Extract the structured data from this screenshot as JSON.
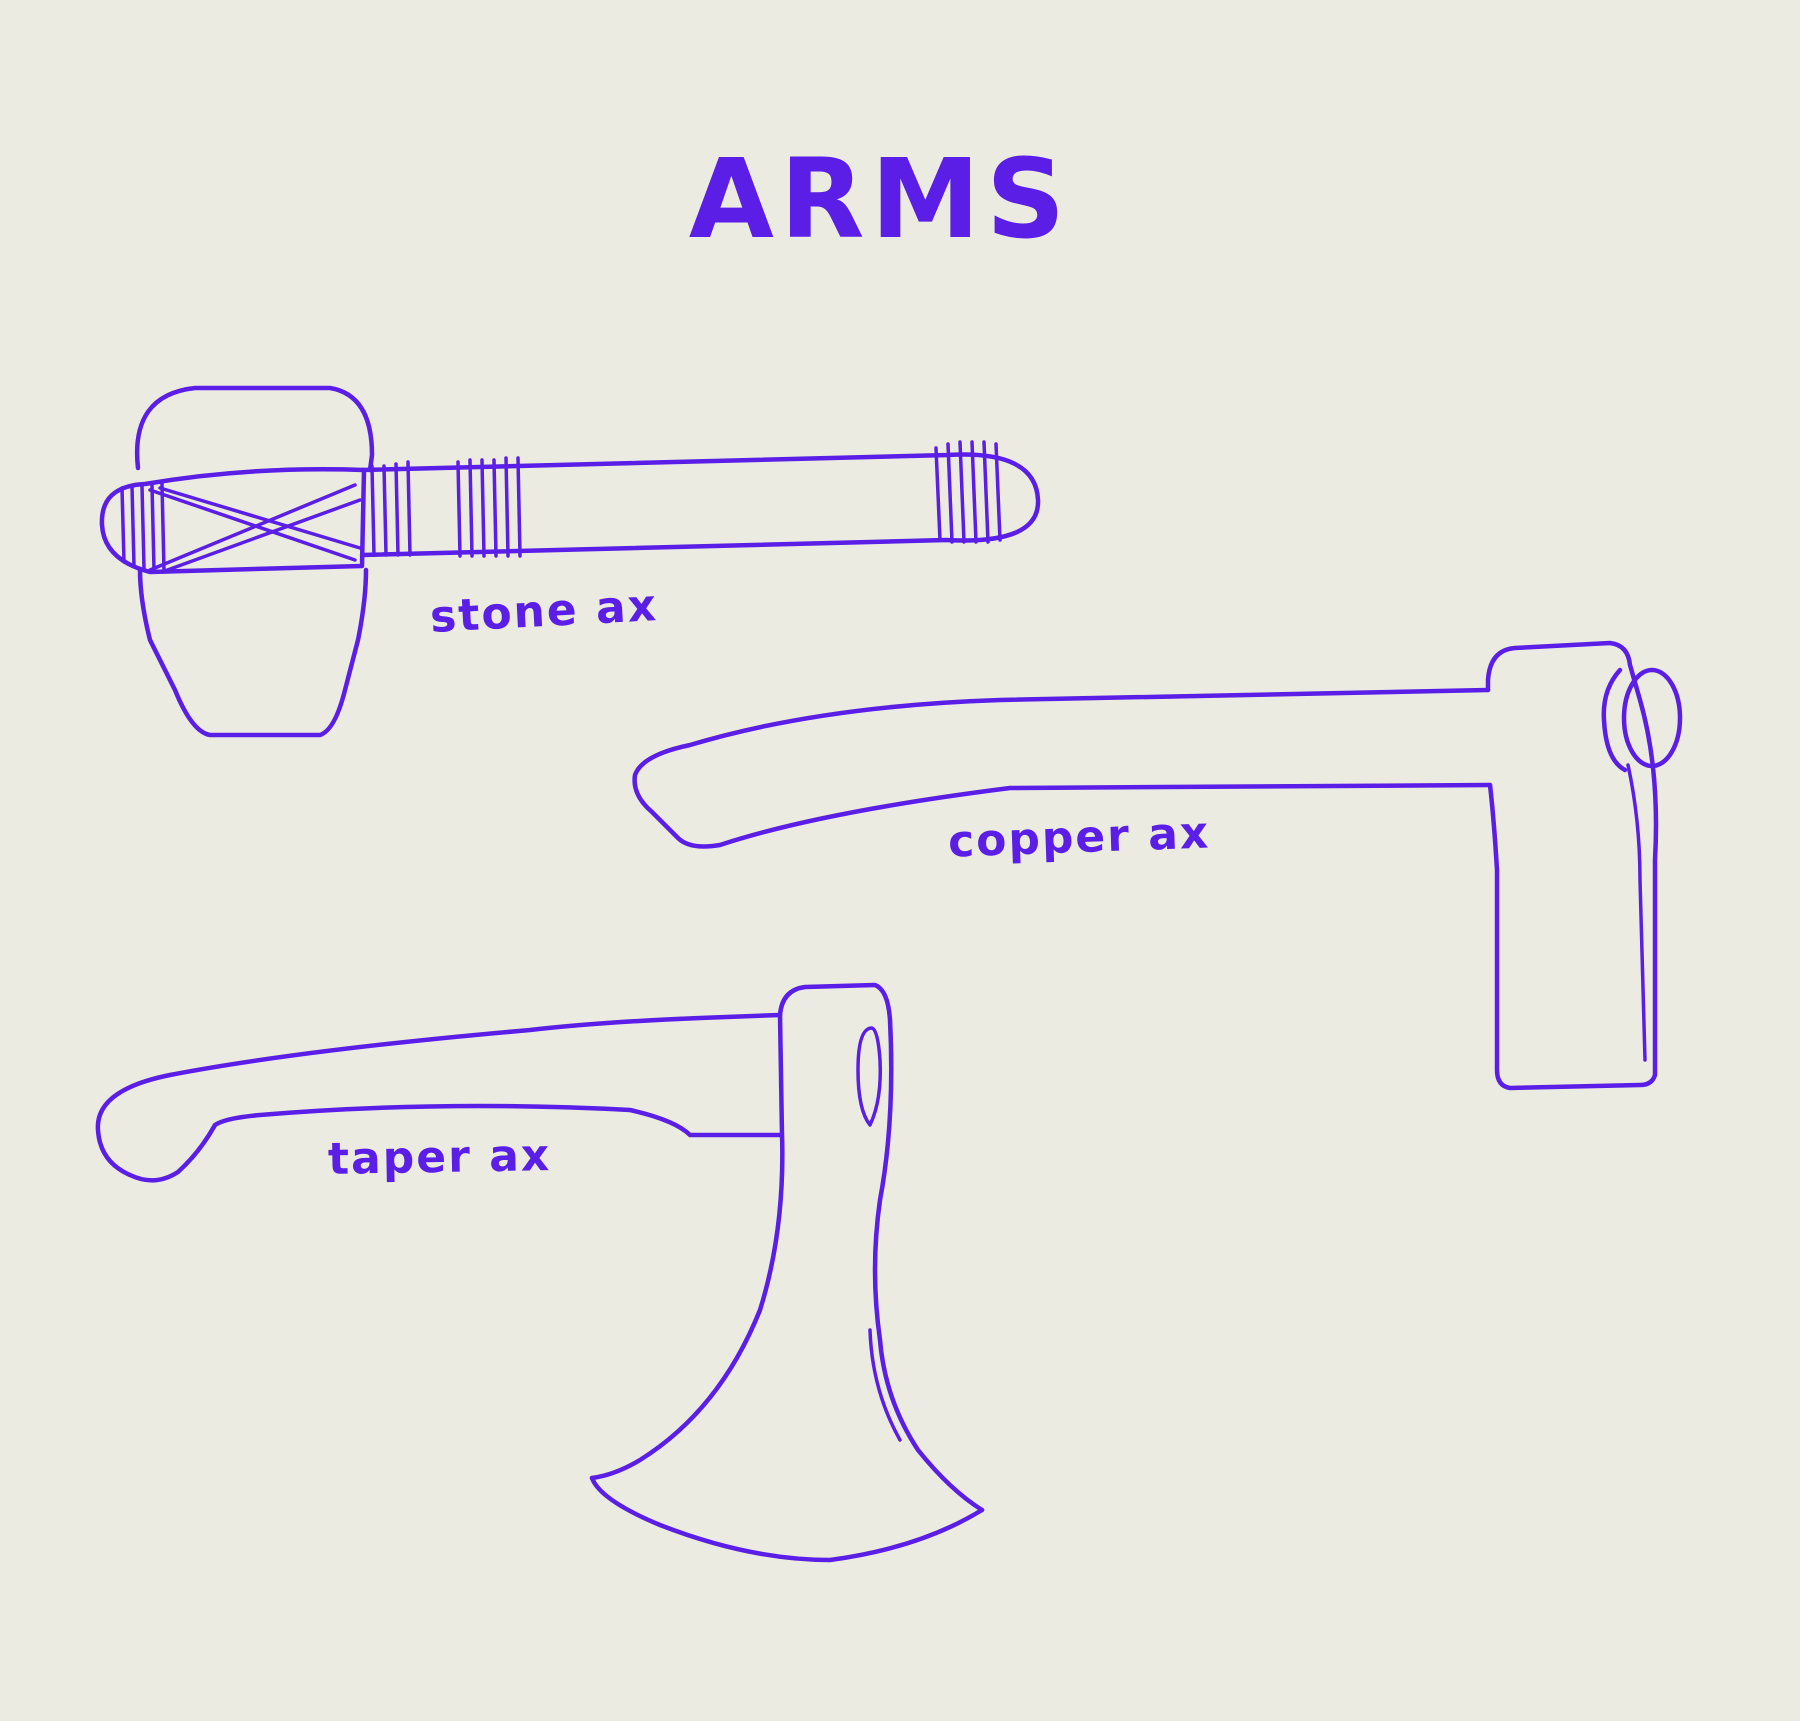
{
  "title": "ARMS",
  "labels": {
    "stone": "stone ax",
    "copper": "copper ax",
    "taper": "taper ax"
  },
  "colors": {
    "ink": "#5a1ee6",
    "paper": "#ecebe2"
  }
}
